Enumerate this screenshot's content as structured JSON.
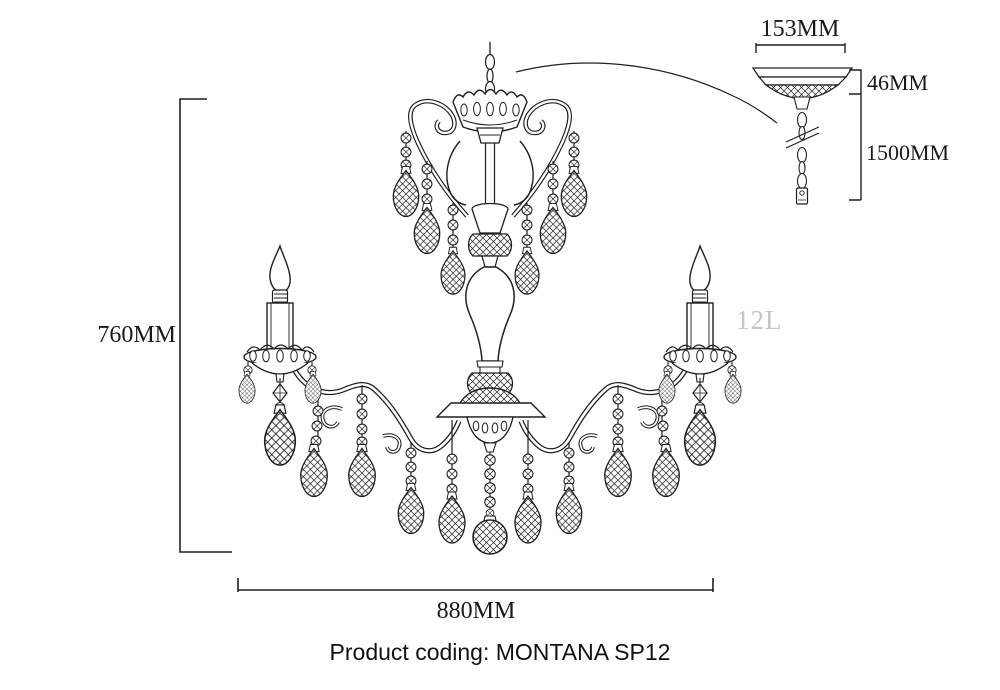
{
  "page": {
    "background": "#ffffff",
    "footer": "Product coding: MONTANA SP12"
  },
  "diagram": {
    "watermark": "12L",
    "dimensions": {
      "fixture_height": "760MM",
      "fixture_width": "880MM",
      "canopy_width": "153MM",
      "canopy_height": "46MM",
      "chain_length": "1500MM"
    },
    "colors": {
      "line": "#1f1f1f",
      "dimension_text": "#1a1a1a",
      "watermark": "#c6c6c6"
    }
  }
}
